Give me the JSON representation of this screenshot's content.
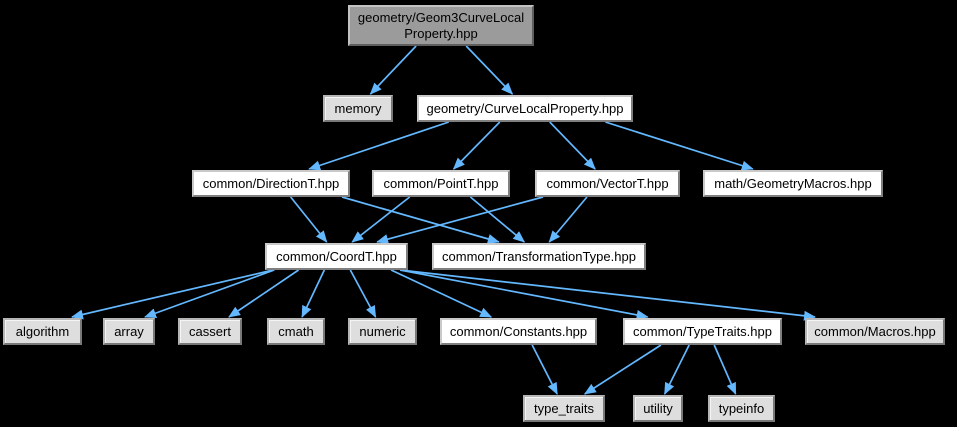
{
  "graph": {
    "type": "include-dependency-graph",
    "background": "#000000"
  },
  "colors": {
    "edge": "#63B8FF",
    "node_background": "#FFFFFF",
    "system_node_background": "#DEDEDE",
    "root_node_background": "#9B9B9B",
    "node_text": "#000000"
  },
  "nodes": {
    "root": {
      "lines": [
        "geometry/Geom3CurveLocal",
        "Property.hpp"
      ],
      "label": "geometry/Geom3CurveLocalProperty.hpp",
      "kind": "root"
    },
    "memory": {
      "label": "memory",
      "kind": "system"
    },
    "curvelocalproperty": {
      "label": "geometry/CurveLocalProperty.hpp",
      "kind": "header"
    },
    "directiont": {
      "label": "common/DirectionT.hpp",
      "kind": "header"
    },
    "pointt": {
      "label": "common/PointT.hpp",
      "kind": "header"
    },
    "vectort": {
      "label": "common/VectorT.hpp",
      "kind": "header"
    },
    "geometrymacros": {
      "label": "math/GeometryMacros.hpp",
      "kind": "header"
    },
    "coordt": {
      "label": "common/CoordT.hpp",
      "kind": "header"
    },
    "transformationtype": {
      "label": "common/TransformationType.hpp",
      "kind": "header"
    },
    "algorithm": {
      "label": "algorithm",
      "kind": "system"
    },
    "array": {
      "label": "array",
      "kind": "system"
    },
    "cassert": {
      "label": "cassert",
      "kind": "system"
    },
    "cmath": {
      "label": "cmath",
      "kind": "system"
    },
    "numeric": {
      "label": "numeric",
      "kind": "system"
    },
    "constants": {
      "label": "common/Constants.hpp",
      "kind": "header"
    },
    "typetraits": {
      "label": "common/TypeTraits.hpp",
      "kind": "header"
    },
    "macros": {
      "label": "common/Macros.hpp",
      "kind": "system"
    },
    "type_traits": {
      "label": "type_traits",
      "kind": "system"
    },
    "utility": {
      "label": "utility",
      "kind": "system"
    },
    "typeinfo": {
      "label": "typeinfo",
      "kind": "system"
    }
  },
  "edges": [
    {
      "from": "root",
      "to": "memory"
    },
    {
      "from": "root",
      "to": "curvelocalproperty"
    },
    {
      "from": "curvelocalproperty",
      "to": "directiont"
    },
    {
      "from": "curvelocalproperty",
      "to": "pointt"
    },
    {
      "from": "curvelocalproperty",
      "to": "vectort"
    },
    {
      "from": "curvelocalproperty",
      "to": "geometrymacros"
    },
    {
      "from": "directiont",
      "to": "coordt"
    },
    {
      "from": "directiont",
      "to": "transformationtype"
    },
    {
      "from": "pointt",
      "to": "coordt"
    },
    {
      "from": "pointt",
      "to": "transformationtype"
    },
    {
      "from": "vectort",
      "to": "coordt"
    },
    {
      "from": "vectort",
      "to": "transformationtype"
    },
    {
      "from": "coordt",
      "to": "algorithm"
    },
    {
      "from": "coordt",
      "to": "array"
    },
    {
      "from": "coordt",
      "to": "cassert"
    },
    {
      "from": "coordt",
      "to": "cmath"
    },
    {
      "from": "coordt",
      "to": "numeric"
    },
    {
      "from": "coordt",
      "to": "constants"
    },
    {
      "from": "coordt",
      "to": "typetraits"
    },
    {
      "from": "coordt",
      "to": "macros"
    },
    {
      "from": "constants",
      "to": "type_traits"
    },
    {
      "from": "typetraits",
      "to": "type_traits"
    },
    {
      "from": "typetraits",
      "to": "utility"
    },
    {
      "from": "typetraits",
      "to": "typeinfo"
    }
  ]
}
